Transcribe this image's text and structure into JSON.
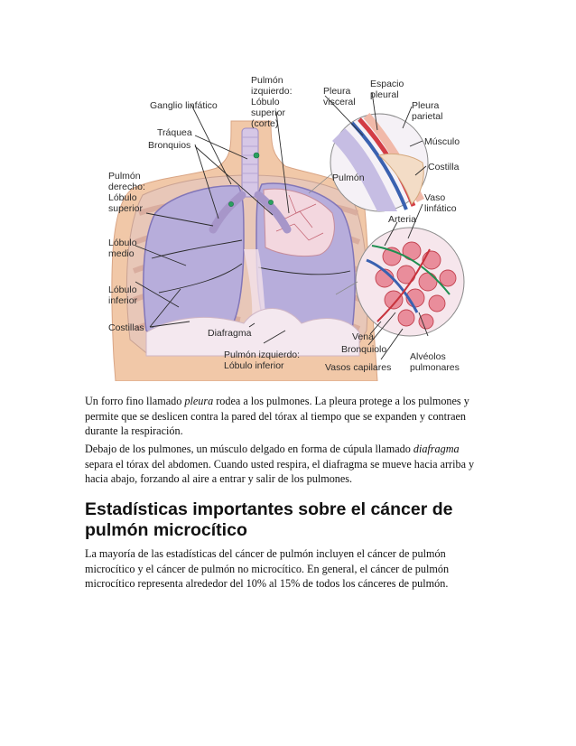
{
  "figure": {
    "labels": {
      "ganglio": "Ganglio linfático",
      "pulmon_izq_1": "Pulmón",
      "pulmon_izq_2": "izquierdo:",
      "pulmon_izq_3": "Lóbulo",
      "pulmon_izq_4": "superior",
      "pulmon_izq_5": "(corte)",
      "pleura_visceral_1": "Pleura",
      "pleura_visceral_2": "visceral",
      "espacio_1": "Espacio",
      "espacio_2": "pleural",
      "pleura_parietal_1": "Pleura",
      "pleura_parietal_2": "parietal",
      "traquea": "Tráquea",
      "bronquios": "Bronquios",
      "musculo": "Músculo",
      "costilla": "Costilla",
      "pulmon_inset": "Pulmón",
      "pulmon_der_1": "Pulmón",
      "pulmon_der_2": "derecho:",
      "pulmon_der_3": "Lóbulo",
      "pulmon_der_4": "superior",
      "vaso_1": "Vaso",
      "vaso_2": "linfático",
      "arteria": "Arteria",
      "lobulo_medio_1": "Lóbulo",
      "lobulo_medio_2": "medio",
      "lobulo_inf_1": "Lóbulo",
      "lobulo_inf_2": "inferior",
      "costillas": "Costillas",
      "diafragma": "Diafragma",
      "vena": "Vena",
      "pulmon_izq_inf_1": "Pulmón izquierdo:",
      "pulmon_izq_inf_2": "Lóbulo inferior",
      "bronquiolo": "Bronquiolo",
      "vasos_capilares": "Vasos capilares",
      "alveolos_1": "Alvéolos",
      "alveolos_2": "pulmonares"
    },
    "colors": {
      "skin": "#f1c8a8",
      "lung": "#b7addb",
      "lung_edge": "#8276b8",
      "trachea": "#d6c7e6",
      "rib": "#efcfc0",
      "diaphragm": "#f4e8ef",
      "artery": "#c8323c",
      "lymph": "#1e8f50"
    }
  },
  "p1": {
    "before": "Un forro fino llamado ",
    "em": "pleura",
    "after": " rodea a los pulmones. La pleura protege a los pulmones y permite que se deslicen contra la pared del tórax al tiempo que se expanden y contraen durante la respiración."
  },
  "p2": {
    "before": "Debajo de los pulmones, un músculo delgado en forma de cúpula llamado ",
    "em": "diafragma",
    "after": " separa el tórax del abdomen. Cuando usted respira, el diafragma se mueve hacia arriba y hacia abajo, forzando al aire a entrar y salir de los pulmones."
  },
  "heading": "Estadísticas importantes sobre el cáncer de pulmón microcítico",
  "p3": "La mayoría de las estadísticas del cáncer de pulmón incluyen el cáncer de pulmón microcítico y el cáncer de pulmón no microcítico. En general, el cáncer de pulmón microcítico representa alrededor del 10% al 15% de todos los cánceres de pulmón."
}
